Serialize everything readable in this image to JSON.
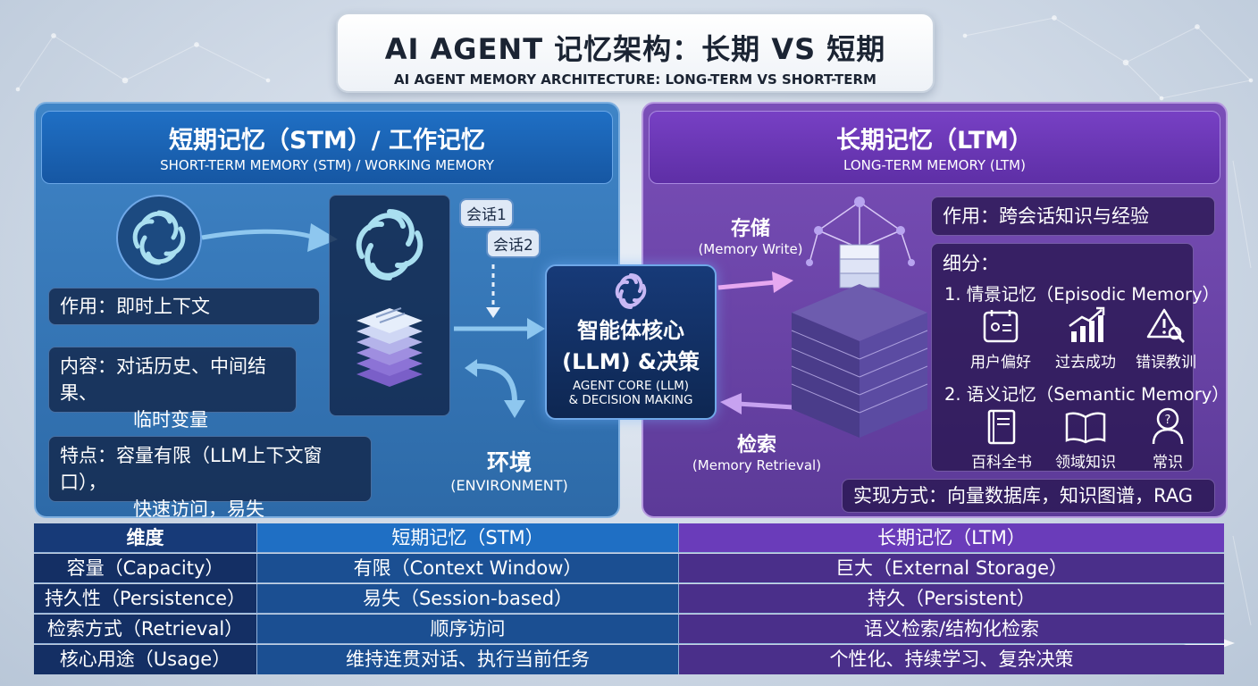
{
  "title": {
    "main": "AI AGENT 记忆架构：长期 VS 短期",
    "sub": "AI AGENT MEMORY ARCHITECTURE: LONG-TERM VS SHORT-TERM"
  },
  "stm": {
    "header_cn": "短期记忆（STM）/ 工作记忆",
    "header_en": "SHORT-TERM MEMORY (STM) / WORKING MEMORY",
    "role": "作用：即时上下文",
    "content_line1": "内容：对话历史、中间结果、",
    "content_line2": "临时变量",
    "feature_line1": "特点：容量有限（LLM上下文窗口），",
    "feature_line2": "快速访问，易失",
    "bubble1": "会话1",
    "bubble2": "会话2",
    "env_cn": "环境",
    "env_en": "(ENVIRONMENT)"
  },
  "core": {
    "line1": "智能体核心",
    "line2": "(LLM) &决策",
    "line3": "AGENT CORE (LLM)",
    "line4": "& DECISION MAKING"
  },
  "ltm": {
    "header_cn": "长期记忆（LTM）",
    "header_en": "LONG-TERM MEMORY (LTM)",
    "store_cn": "存储",
    "store_en": "(Memory Write)",
    "retrieve_cn": "检索",
    "retrieve_en": "(Memory Retrieval)",
    "role": "作用：跨会话知识与经验",
    "breakdown_title": "细分：",
    "episodic_title": "1. 情景记忆（Episodic Memory）",
    "episodic_items": [
      "用户偏好",
      "过去成功",
      "错误教训"
    ],
    "semantic_title": "2. 语义记忆（Semantic Memory）",
    "semantic_items": [
      "百科全书",
      "领域知识",
      "常识"
    ],
    "implementation": "实现方式：向量数据库，知识图谱，RAG"
  },
  "table": {
    "headers": [
      "维度",
      "短期记忆（STM）",
      "长期记忆（LTM）"
    ],
    "rows": [
      [
        "容量（Capacity）",
        "有限（Context Window）",
        "巨大（External Storage）"
      ],
      [
        "持久性（Persistence）",
        "易失（Session-based）",
        "持久（Persistent）"
      ],
      [
        "检索方式（Retrieval）",
        "顺序访问",
        "语义检索/结构化检索"
      ],
      [
        "核心用途（Usage）",
        "维持连贯对话、执行当前任务",
        "个性化、持续学习、复杂决策"
      ]
    ]
  },
  "colors": {
    "stm_accent": "#1f6fc4",
    "ltm_accent": "#7740c4",
    "core_bg": "#0e2752"
  }
}
